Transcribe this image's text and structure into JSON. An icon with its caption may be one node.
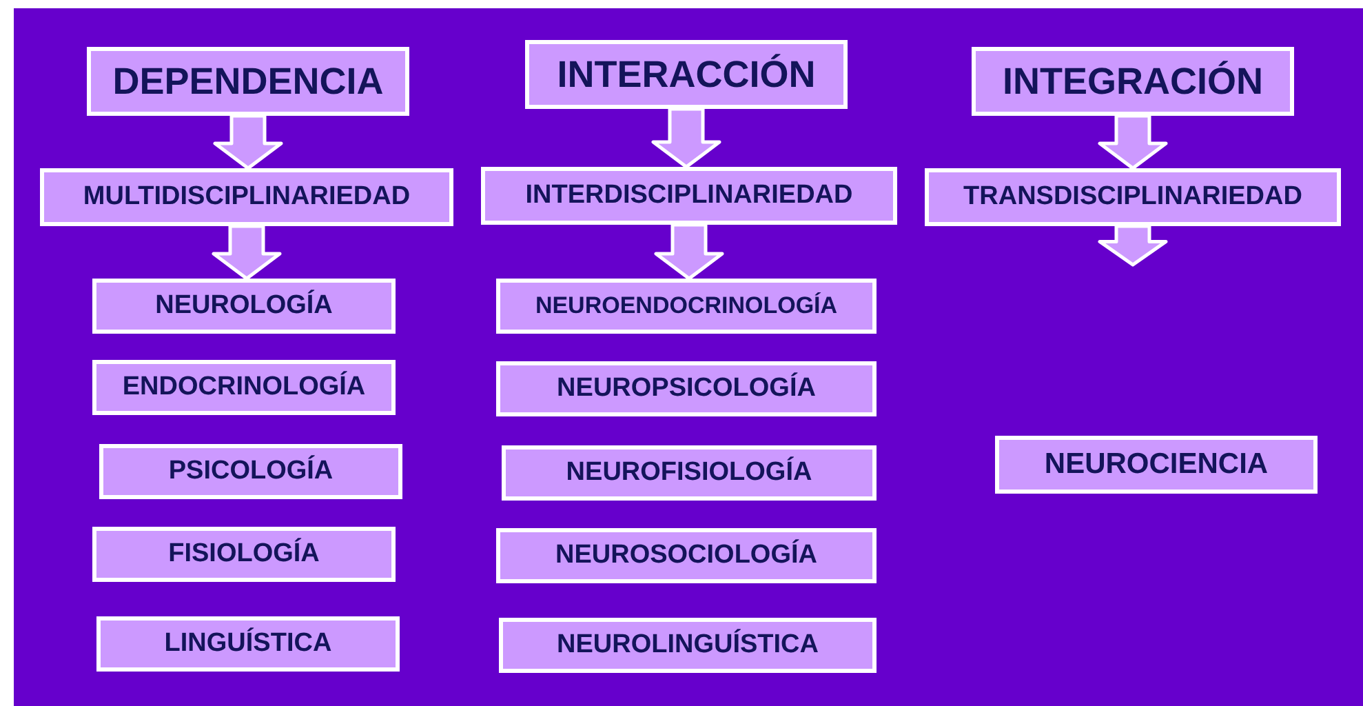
{
  "diagram": {
    "nodes": [
      {
        "text": [
          "DEPENDENCIA"
        ]
      },
      {
        "text": [
          "MULTIDISCIPLINARIEDAD"
        ]
      },
      {
        "text": [
          "NEUROLOGÍA"
        ]
      },
      {
        "text": [
          "ENDOCRINOLOGÍA"
        ]
      },
      {
        "text": [
          "PSICOLOGÍA"
        ]
      },
      {
        "text": [
          "FISIOLOGÍA"
        ]
      },
      {
        "text": [
          "LINGUÍSTICA"
        ]
      },
      {
        "text": [
          "INTERACCIÓN"
        ]
      },
      {
        "text": [
          "INTERDISCIPLINARIEDAD"
        ]
      },
      {
        "text": [
          "NEUROENDOCRINOLOGÍA"
        ]
      },
      {
        "text": [
          "NEUROPSICOLOGÍA"
        ]
      },
      {
        "text": [
          "NEUROFISIOLOGÍA"
        ]
      },
      {
        "text": [
          "NEUROSOCIOLOGÍA"
        ]
      },
      {
        "text": [
          "NEUROLINGUÍSTICA"
        ]
      },
      {
        "text": [
          "INTEGRACIÓN"
        ]
      },
      {
        "text": [
          "TRANSDISCIPLINARIEDAD"
        ]
      },
      {
        "text": [
          "NEUROCIENCIA"
        ]
      }
    ],
    "edges": [
      {
        "from": 0,
        "to": 1,
        "arrow": "to"
      },
      {
        "from": 1,
        "to": 2,
        "arrow": "to"
      },
      {
        "from": 7,
        "to": 8,
        "arrow": "to"
      },
      {
        "from": 8,
        "to": 9,
        "arrow": "to"
      },
      {
        "from": 14,
        "to": 15,
        "arrow": "to"
      },
      {
        "from": 15,
        "to": null,
        "arrow": "to"
      }
    ]
  }
}
